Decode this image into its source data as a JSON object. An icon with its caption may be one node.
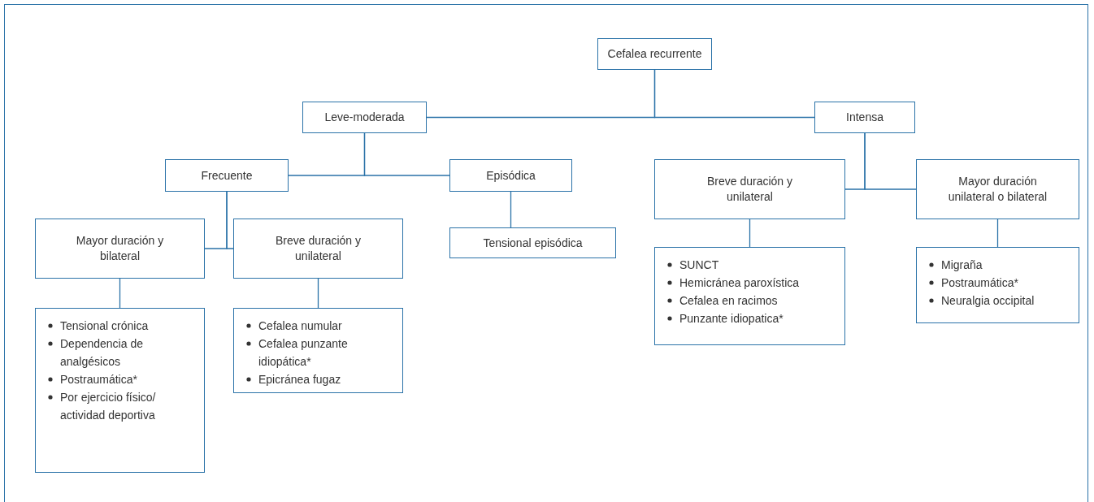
{
  "diagram": {
    "nodes": [
      {
        "text": [
          "Cefalea recurrente"
        ]
      },
      {
        "text": [
          "Leve-moderada"
        ]
      },
      {
        "text": [
          "Intensa"
        ]
      },
      {
        "text": [
          "Frecuente"
        ]
      },
      {
        "text": [
          "Episódica"
        ]
      },
      {
        "text": [
          "Breve duración y unilateral"
        ]
      },
      {
        "text": [
          "Mayor duración unilateral o bilateral"
        ]
      },
      {
        "text": [
          "Mayor duración y bilateral"
        ]
      },
      {
        "text": [
          "Breve duración y unilateral"
        ]
      },
      {
        "text": [
          "Tensional episódica"
        ]
      },
      {
        "text": [
          "SUNCT",
          "Hemicránea paroxística",
          "Cefalea en racimos",
          "Punzante idiopatica*"
        ]
      },
      {
        "text": [
          "Migraña",
          "Postraumática*",
          "Neuralgia occipital"
        ]
      },
      {
        "text": [
          "Tensional crónica",
          "Dependencia de analgésicos",
          "Postraumática*",
          "Por ejercicio físico/ actividad deportiva"
        ]
      },
      {
        "text": [
          "Cefalea numular",
          "Cefalea punzante idiopática*",
          "Epicránea fugaz"
        ]
      }
    ],
    "edges": [
      {
        "from": 0,
        "to": 1,
        "arrow": "none"
      },
      {
        "from": 0,
        "to": 2,
        "arrow": "none"
      },
      {
        "from": 1,
        "to": 3,
        "arrow": "none"
      },
      {
        "from": 1,
        "to": 4,
        "arrow": "none"
      },
      {
        "from": 2,
        "to": 5,
        "arrow": "none"
      },
      {
        "from": 2,
        "to": 6,
        "arrow": "none"
      },
      {
        "from": 3,
        "to": 7,
        "arrow": "none"
      },
      {
        "from": 3,
        "to": 8,
        "arrow": "none"
      },
      {
        "from": 4,
        "to": 9,
        "arrow": "none"
      },
      {
        "from": 5,
        "to": 10,
        "arrow": "none"
      },
      {
        "from": 6,
        "to": 11,
        "arrow": "none"
      },
      {
        "from": 7,
        "to": 12,
        "arrow": "none"
      },
      {
        "from": 8,
        "to": 13,
        "arrow": "none"
      }
    ]
  }
}
